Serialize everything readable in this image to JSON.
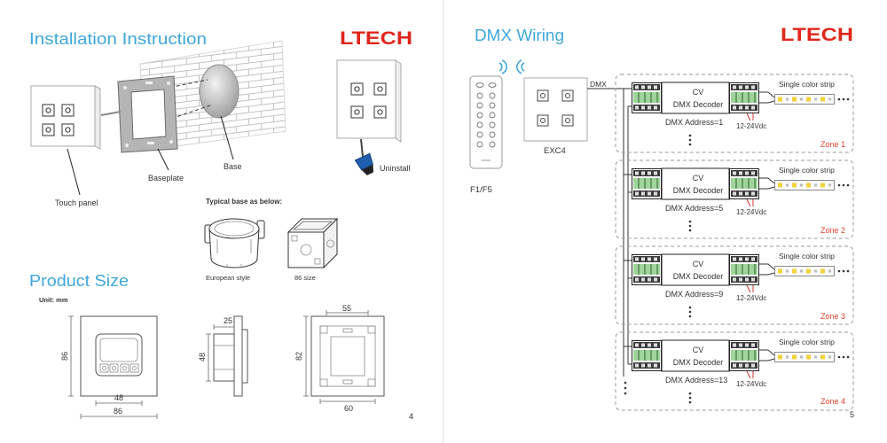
{
  "left_page": {
    "title": "Installation Instruction",
    "logo": "LTECH",
    "installation": {
      "touch_panel_label": "Touch panel",
      "baseplate_label": "Baseplate",
      "base_label": "Base",
      "uninstall_label": "Uninstall"
    },
    "typical_base": {
      "heading": "Typical base as below:",
      "european_label": "European style",
      "size86_label": "86 size"
    },
    "product_size": {
      "title": "Product Size",
      "unit": "Unit: mm",
      "front_view": {
        "height": "86",
        "inner_width": "48",
        "width": "86"
      },
      "side_view": {
        "depth": "25",
        "height": "48"
      },
      "back_view": {
        "top_width": "55",
        "height": "82",
        "bottom_width": "60"
      }
    },
    "page_number": "4"
  },
  "right_page": {
    "title": "DMX Wiring",
    "logo": "LTECH",
    "remote_label": "F1/F5",
    "panel_label": "EXC4",
    "bus_label": "DMX",
    "zones": [
      {
        "module": "CV",
        "module_name": "DMX Decoder",
        "address": "DMX Address=1",
        "voltage": "12-24Vdc",
        "strip": "Single color strip",
        "zone": "Zone 1"
      },
      {
        "module": "CV",
        "module_name": "DMX Decoder",
        "address": "DMX Address=5",
        "voltage": "12-24Vdc",
        "strip": "Single color strip",
        "zone": "Zone 2"
      },
      {
        "module": "CV",
        "module_name": "DMX Decoder",
        "address": "DMX Address=9",
        "voltage": "12-24Vdc",
        "strip": "Single color strip",
        "zone": "Zone 3"
      },
      {
        "module": "CV",
        "module_name": "DMX Decoder",
        "address": "DMX Address=13",
        "voltage": "12-24Vdc",
        "strip": "Single color strip",
        "zone": "Zone 4"
      }
    ],
    "page_number": "5"
  },
  "colors": {
    "heading": "#3ea7db",
    "logo": "#e0261b",
    "zone_label": "#e4402a",
    "wireless_signal": "#3ea7db",
    "icons": [
      "wireless-signal-icon",
      "screwdriver-icon"
    ]
  }
}
